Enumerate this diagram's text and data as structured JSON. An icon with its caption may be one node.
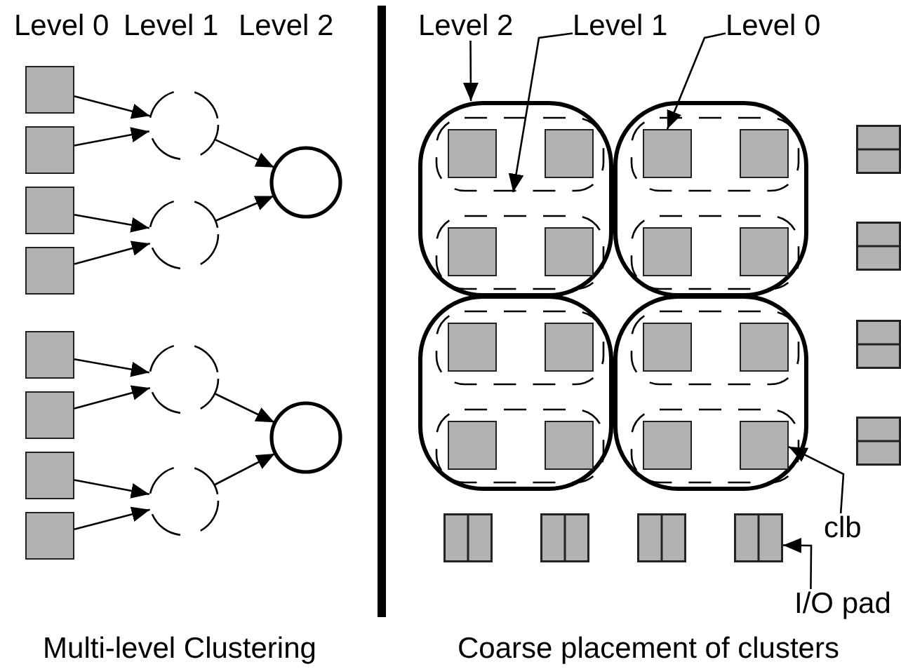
{
  "diagram": {
    "nodes": [
      {
        "text": [],
        "shape": "box"
      },
      {
        "text": [],
        "shape": "box"
      },
      {
        "text": [],
        "shape": "box"
      },
      {
        "text": [],
        "shape": "box"
      },
      {
        "text": [],
        "shape": "box"
      },
      {
        "text": [],
        "shape": "box"
      },
      {
        "text": [],
        "shape": "box"
      },
      {
        "text": [],
        "shape": "box"
      },
      {
        "text": [],
        "shape": "circle"
      },
      {
        "text": [],
        "shape": "circle"
      },
      {
        "text": [],
        "shape": "circle"
      },
      {
        "text": [],
        "shape": "circle"
      },
      {
        "text": [],
        "shape": "circle"
      },
      {
        "text": [],
        "shape": "circle"
      },
      {
        "text": [
          "Level 2"
        ]
      },
      {
        "text": [
          "Level 1"
        ]
      },
      {
        "text": [
          "Level 0"
        ]
      },
      {
        "text": [],
        "shape": "box"
      },
      {
        "text": [],
        "shape": "box",
        "in": 17
      },
      {
        "text": [],
        "shape": "box",
        "in": 18
      },
      {
        "text": [],
        "shape": "box",
        "in": 18
      },
      {
        "text": [],
        "shape": "box",
        "in": 17
      },
      {
        "text": [],
        "shape": "box",
        "in": 21
      },
      {
        "text": [],
        "shape": "box",
        "in": 21
      },
      {
        "text": [],
        "shape": "box"
      },
      {
        "text": [],
        "shape": "box",
        "in": 24
      },
      {
        "text": [],
        "shape": "box",
        "in": 25
      },
      {
        "text": [],
        "shape": "box",
        "in": 25
      },
      {
        "text": [],
        "shape": "box",
        "in": 24
      },
      {
        "text": [],
        "shape": "box",
        "in": 28
      },
      {
        "text": [],
        "shape": "box",
        "in": 28
      },
      {
        "text": [],
        "shape": "box"
      },
      {
        "text": [],
        "shape": "box",
        "in": 31
      },
      {
        "text": [],
        "shape": "box",
        "in": 32
      },
      {
        "text": [],
        "shape": "box",
        "in": 32
      },
      {
        "text": [],
        "shape": "box",
        "in": 31
      },
      {
        "text": [],
        "shape": "box",
        "in": 35
      },
      {
        "text": [],
        "shape": "box",
        "in": 35
      },
      {
        "text": [],
        "shape": "box"
      },
      {
        "text": [],
        "shape": "box",
        "in": 38
      },
      {
        "text": [],
        "shape": "box",
        "in": 39
      },
      {
        "text": [],
        "shape": "box",
        "in": 39
      },
      {
        "text": [],
        "shape": "box",
        "in": 38
      },
      {
        "text": [],
        "shape": "box",
        "in": 42
      },
      {
        "text": [],
        "shape": "box",
        "in": 42
      },
      {
        "text": [],
        "shape": "box"
      },
      {
        "text": [],
        "shape": "box"
      },
      {
        "text": [],
        "shape": "box"
      },
      {
        "text": [],
        "shape": "box"
      },
      {
        "text": [
          "clb"
        ]
      },
      {
        "text": [],
        "shape": "box"
      },
      {
        "text": [],
        "shape": "box"
      },
      {
        "text": [],
        "shape": "box"
      },
      {
        "text": [],
        "shape": "box"
      },
      {
        "text": [
          "I/O pad"
        ]
      }
    ],
    "edges": [
      {
        "from": 0,
        "to": 8,
        "arrow": "to"
      },
      {
        "from": 1,
        "to": 8,
        "arrow": "to"
      },
      {
        "from": 2,
        "to": 9,
        "arrow": "to"
      },
      {
        "from": 3,
        "to": 9,
        "arrow": "to"
      },
      {
        "from": 4,
        "to": 10,
        "arrow": "to"
      },
      {
        "from": 5,
        "to": 10,
        "arrow": "to"
      },
      {
        "from": 6,
        "to": 11,
        "arrow": "to"
      },
      {
        "from": 7,
        "to": 11,
        "arrow": "to"
      },
      {
        "from": 8,
        "to": 12,
        "arrow": "to"
      },
      {
        "from": 9,
        "to": 12,
        "arrow": "to"
      },
      {
        "from": 10,
        "to": 13,
        "arrow": "to"
      },
      {
        "from": 11,
        "to": 13,
        "arrow": "to"
      },
      {
        "from": 14,
        "to": 17,
        "arrow": "to"
      },
      {
        "from": 15,
        "to": 18,
        "arrow": "to"
      },
      {
        "from": 16,
        "to": 26,
        "arrow": "to"
      },
      {
        "from": 49,
        "to": 44,
        "arrow": "to"
      },
      {
        "from": 54,
        "to": 53,
        "arrow": "to"
      }
    ],
    "labels": [
      "Level 0",
      "Level 1",
      "Level 2",
      "Multi-level Clustering",
      "Coarse placement of clusters"
    ]
  }
}
